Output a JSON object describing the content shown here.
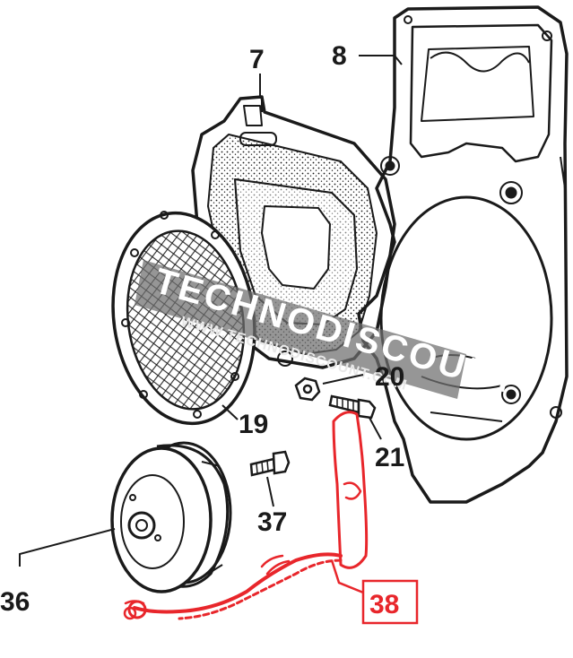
{
  "labels": {
    "p7": "7",
    "p8": "8",
    "p19": "19",
    "p20": "20",
    "p21": "21",
    "p36": "36",
    "p37": "37",
    "p38": "38"
  },
  "watermark": {
    "brand": "TECHNODISCOUNT",
    "url": "WWW.TECHNODISCOUNT.COM"
  },
  "colors": {
    "line": "#1a1a1a",
    "highlight": "#e8262b",
    "watermark_band": "#6e6e6e",
    "background": "#ffffff"
  }
}
